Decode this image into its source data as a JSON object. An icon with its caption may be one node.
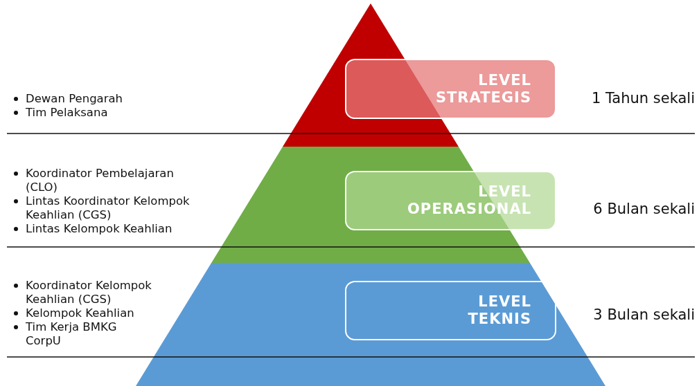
{
  "diagram": {
    "nodes": [
      {
        "text": [
          "LEVEL STRATEGIS"
        ],
        "beside": [
          "1 Tahun sekali"
        ]
      },
      {
        "text": [
          "LEVEL OPERASIONAL"
        ],
        "beside": [
          "6 Bulan sekali"
        ]
      },
      {
        "text": [
          "LEVEL TEKNIS"
        ],
        "beside": [
          "3 Bulan sekali"
        ]
      }
    ],
    "edges": [],
    "labels": [
      "Dewan Pengarah",
      "Tim Pelaksana",
      "Koordinator Pembelajaran (CLO)",
      "Lintas Koordinator Kelompok Keahlian (CGS)",
      "Lintas Kelompok Keahlian",
      "Koordinator Kelompok Keahlian (CGS)",
      "Kelompok Keahlian",
      "Tim Kerja BMKG CorpU"
    ]
  }
}
